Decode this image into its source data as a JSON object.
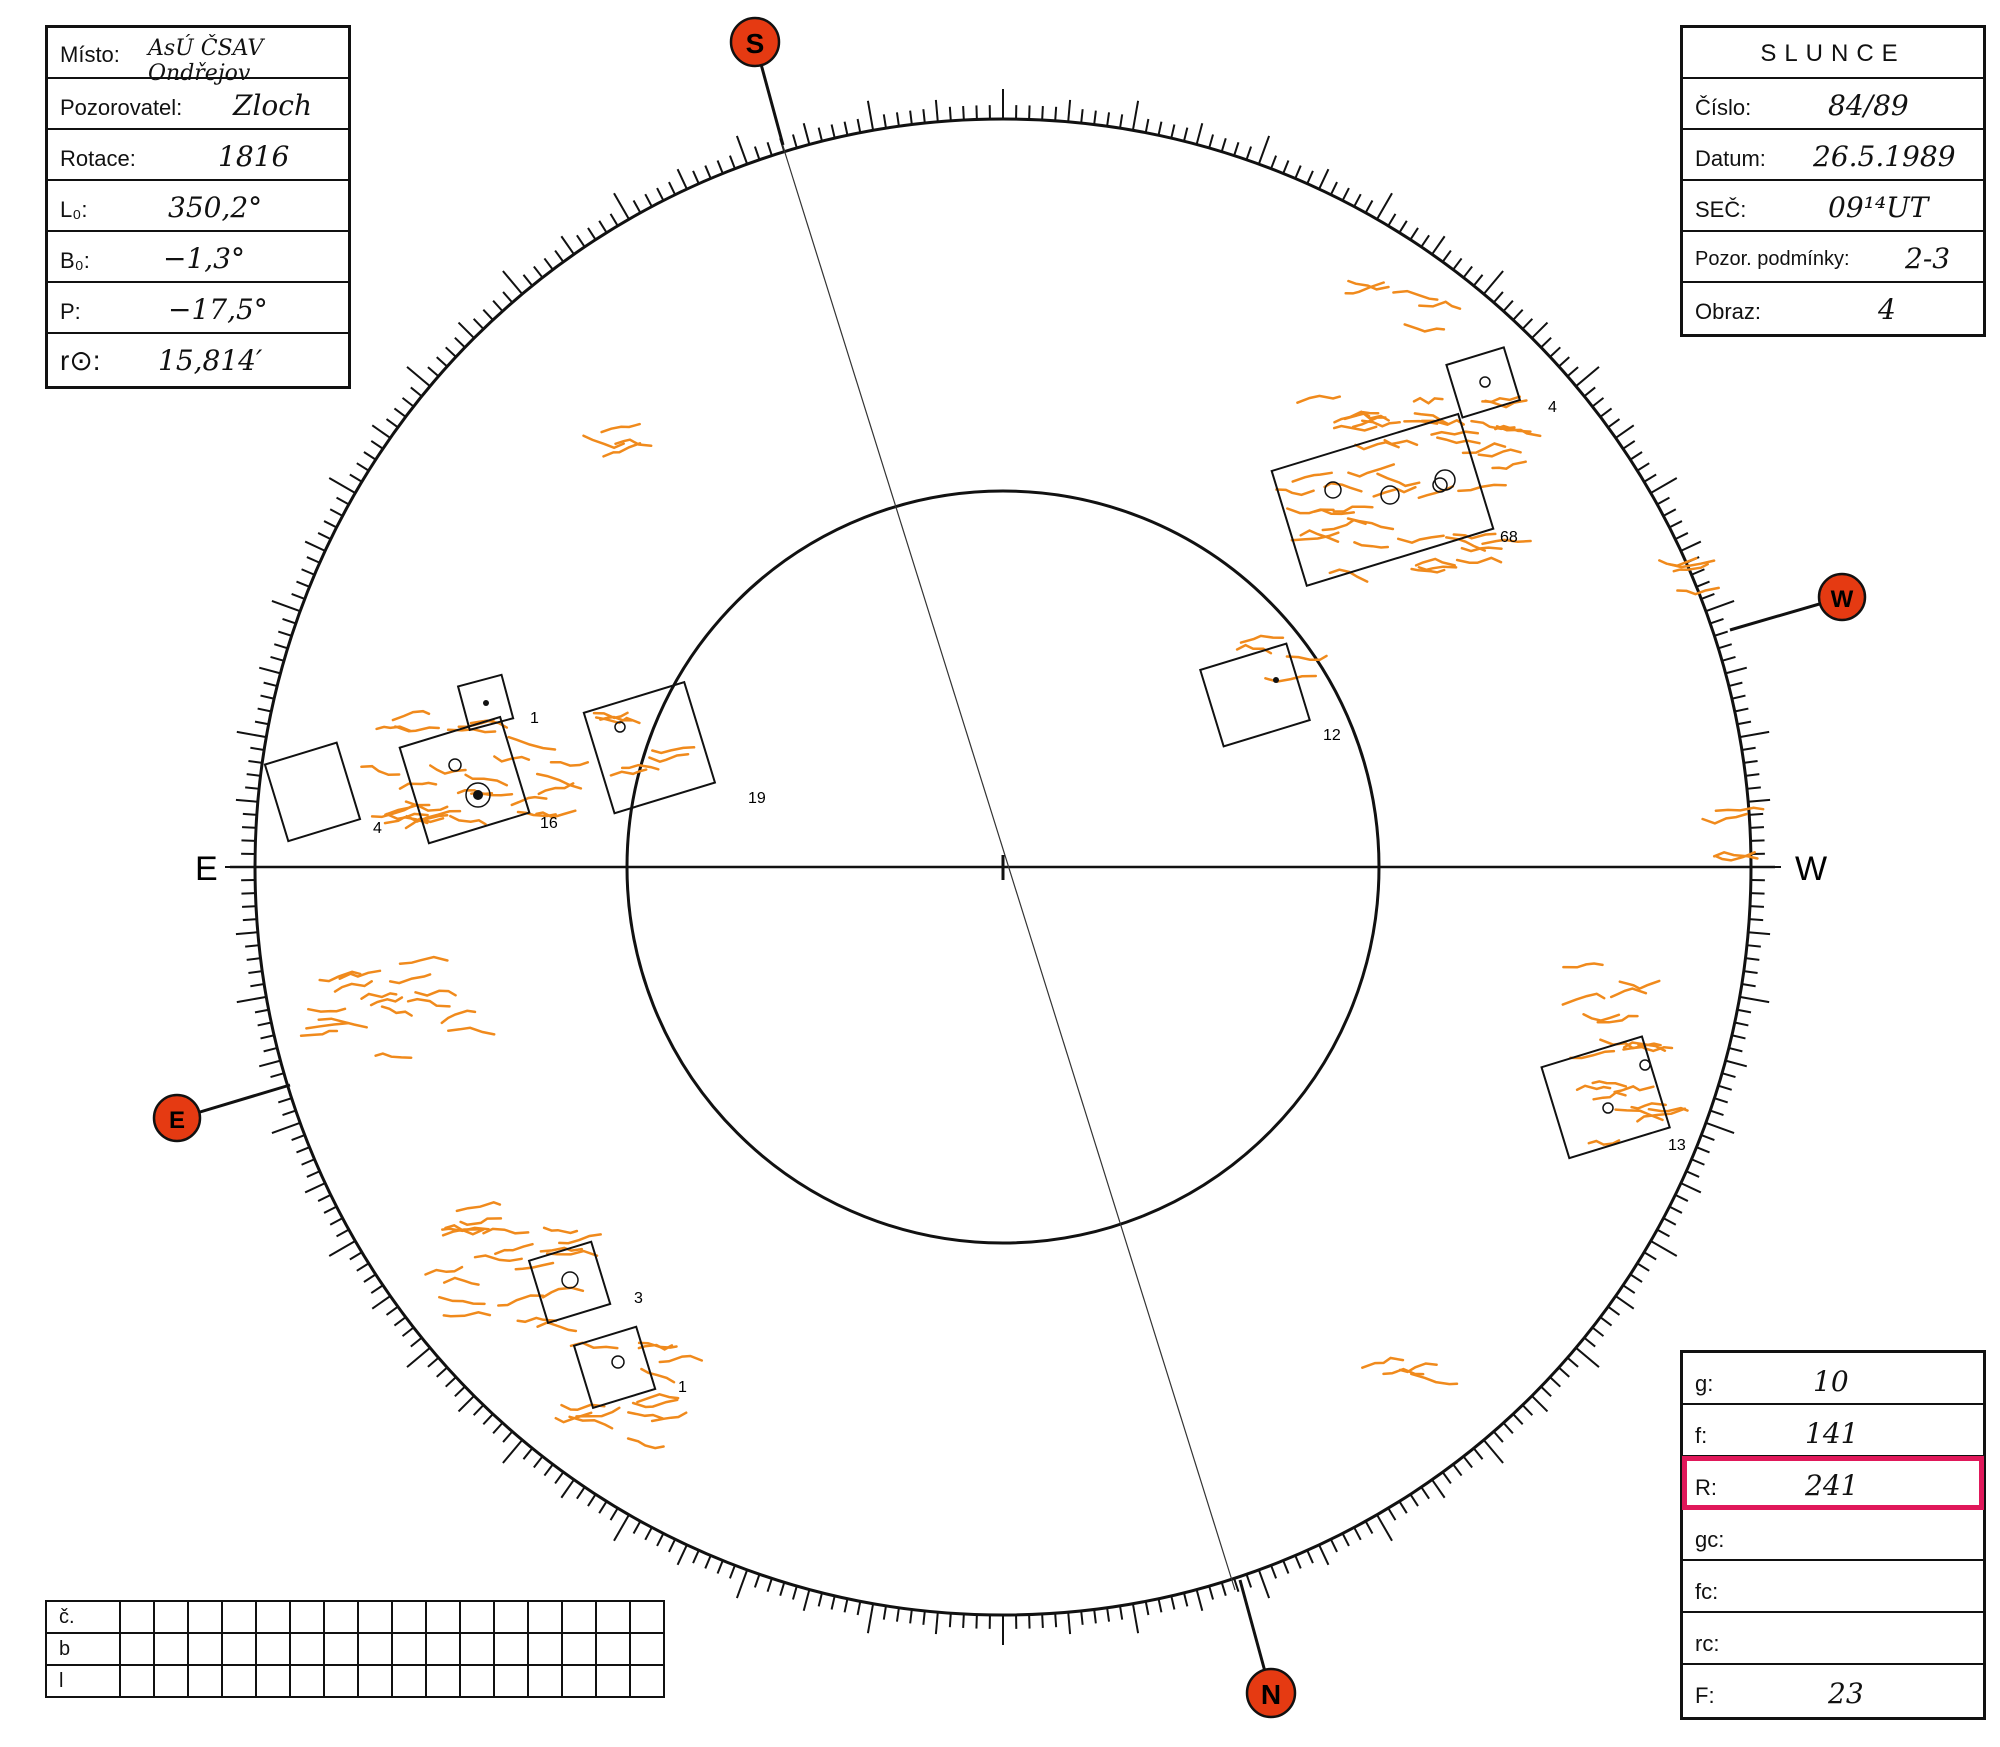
{
  "observation": {
    "place_label": "Místo:",
    "place_value": "AsÚ ČSAV Ondřejov",
    "observer_label": "Pozorovatel:",
    "observer_value": "Zloch",
    "rotation_label": "Rotace:",
    "rotation_value": "1816",
    "l0_label": "L₀:",
    "l0_value": "350,2°",
    "b0_label": "B₀:",
    "b0_value": "−1,3°",
    "p_label": "P:",
    "p_value": "−17,5°",
    "r_label": "r⊙:",
    "r_value": "15,814′"
  },
  "sheet": {
    "title": "SLUNCE",
    "number_label": "Číslo:",
    "number_value": "84/89",
    "date_label": "Datum:",
    "date_value": "26.5.1989",
    "time_label": "SEČ:",
    "time_value": "09¹⁴UT",
    "conditions_label": "Pozor. podmínky:",
    "conditions_value": "2-3",
    "image_label": "Obraz:",
    "image_value": "4"
  },
  "counts": {
    "g_label": "g:",
    "g_value": "10",
    "f_label": "f:",
    "f_value": "141",
    "R_label": "R:",
    "R_value": "241",
    "gc_label": "gc:",
    "gc_value": "",
    "fc_label": "fc:",
    "fc_value": "",
    "rc_label": "rc:",
    "rc_value": "",
    "F_label": "F:",
    "F_value": "23"
  },
  "compass": {
    "east": "E",
    "west": "W",
    "south_marker": "S",
    "north_marker": "N",
    "west_marker": "W",
    "east_marker": "E"
  },
  "groups": [
    {
      "label": "4"
    },
    {
      "label": "16"
    },
    {
      "label": "1"
    },
    {
      "label": "19"
    },
    {
      "label": "12"
    },
    {
      "label": "68"
    },
    {
      "label": "4"
    },
    {
      "label": "13"
    },
    {
      "label": "3"
    },
    {
      "label": "1"
    }
  ],
  "table": {
    "rows": [
      "č.",
      "b",
      "l"
    ],
    "columns": 16
  },
  "colors": {
    "ink": "#111111",
    "facula": "#f08a1c",
    "marker": "#e53a12",
    "highlight": "#e0185a"
  }
}
